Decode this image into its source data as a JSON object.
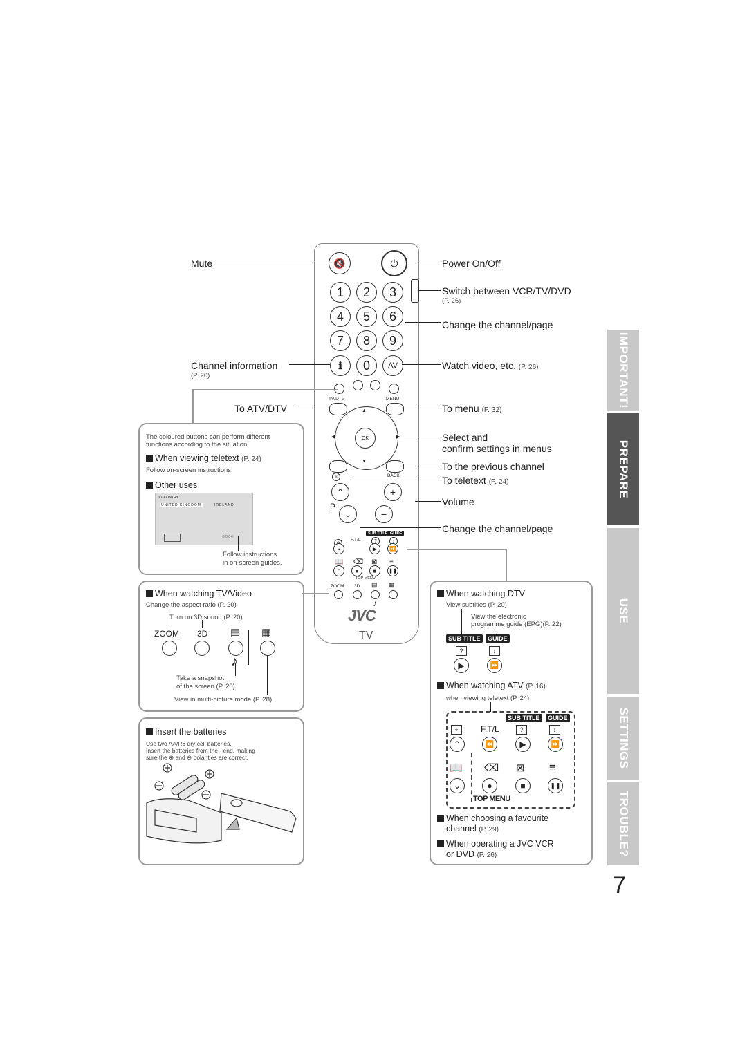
{
  "remote": {
    "brand": "JVC",
    "model": "TV",
    "digits": [
      "1",
      "2",
      "3",
      "4",
      "5",
      "6",
      "7",
      "8",
      "9",
      "0"
    ],
    "av": "AV",
    "tv_dtv": "TV/DTV",
    "menu": "MENU",
    "ok": "OK",
    "back": "BACK",
    "p": "P",
    "sub_title": "SUB TITLE",
    "guide": "GUIDE",
    "ftl": "F.T/L",
    "top_menu": "TOP MENU",
    "zoom": "ZOOM",
    "three_d": "3D"
  },
  "left_labels": {
    "mute": "Mute",
    "channel_info": "Channel information",
    "channel_info_ref": "(P. 20)",
    "to_atv": "To ATV/DTV"
  },
  "right_labels": {
    "power": "Power On/Off",
    "switch": "Switch between VCR/TV/DVD",
    "switch_ref": "(P. 26)",
    "change_channel": "Change the channel/page",
    "watch_video": "Watch video, etc.",
    "watch_video_ref": "(P. 26)",
    "to_menu": "To menu",
    "to_menu_ref": "(P. 32)",
    "select": "Select and",
    "select2": "confirm settings in menus",
    "previous": "To the previous channel",
    "teletext": "To teletext",
    "teletext_ref": "(P. 24)",
    "volume": "Volume",
    "change_channel2": "Change the channel/page"
  },
  "box1": {
    "intro": "The coloured buttons can perform different",
    "intro2": "functions according to the situation.",
    "teletext_head": "When viewing teletext",
    "teletext_ref": "(P. 24)",
    "follow": "Follow on-screen instructions.",
    "other": "Other uses",
    "screen_country": "> COUNTRY",
    "screen_uk": "UNITED KINGDOM",
    "screen_ireland": "IRELAND",
    "follow2": "Follow instructions",
    "follow3": "in on-screen guides."
  },
  "box2": {
    "head": "When watching TV/Video",
    "aspect": "Change the aspect ratio (P. 20)",
    "sound": "Turn on 3D sound (P. 20)",
    "zoom": "ZOOM",
    "three_d": "3D",
    "snapshot": "Take a snapshot",
    "snapshot2": "of the screen (P. 20)",
    "multi": "View in multi-picture mode (P. 28)"
  },
  "box3": {
    "head": "Insert the batteries",
    "t1": "Use two AA/R6 dry cell batteries.",
    "t2": "Insert the batteries from the - end, making",
    "t3": "sure the ⊕ and ⊖ polarities are correct."
  },
  "box4": {
    "dtv_head": "When watching DTV",
    "subtitles": "View subtitles (P. 20)",
    "epg1": "View the electronic",
    "epg2": "programme guide (EPG)(P. 22)",
    "sub_title": "SUB TITLE",
    "guide": "GUIDE",
    "atv_head": "When watching ATV",
    "atv_ref": "(P. 16)",
    "teletext": "when viewing teletext (P. 24)",
    "ftl": "F.T/L",
    "top_menu": "TOP MENU",
    "fav_head": "When choosing a favourite",
    "fav2": "channel",
    "fav_ref": "(P. 29)",
    "vcr_head": "When operating a JVC VCR",
    "vcr2": "or DVD",
    "vcr_ref": "(P. 26)"
  },
  "tabs": [
    "IMPORTANT!",
    "PREPARE",
    "USE",
    "SETTINGS",
    "TROUBLE?"
  ],
  "page_number": "7"
}
